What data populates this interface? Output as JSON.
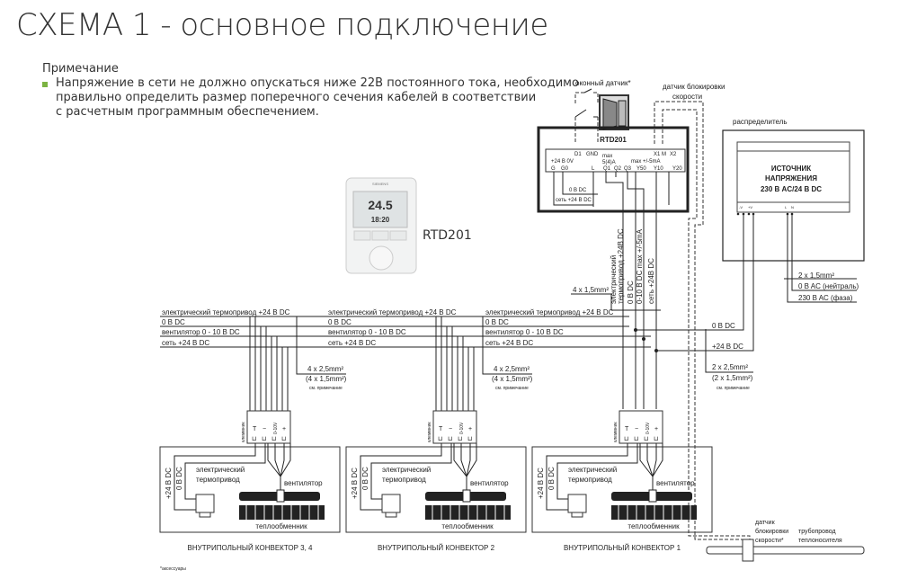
{
  "title": "СХЕМА 1 - основное подключение",
  "note": {
    "heading": "Примечание",
    "lines": [
      "Напряжение в сети не должно опускаться ниже 22В постоянного тока, необходимо",
      "правильно определить размер поперечного сечения кабелей в соответствии",
      "с расчетным программным обеспечением."
    ],
    "bullet_color": "#7cb342"
  },
  "thermostat": {
    "label": "RTD201",
    "display_main": "24.5",
    "display_sub": "18:20",
    "brand": "SIEMENS"
  },
  "window_sensor": "оконный датчик*",
  "speed_lock_sensor": [
    "датчик блокировки",
    "скорости"
  ],
  "controller": {
    "name": "RTD201",
    "terminals_top": [
      "D1",
      "GND",
      "max",
      "X1 M",
      "X2"
    ],
    "terminals_mid": [
      "+24 В 0V",
      "5(4)A",
      "max +/-5mA"
    ],
    "terminals_bottom": [
      "G",
      "G0",
      "L",
      "Q1",
      "Q2",
      "Q3",
      "Y50",
      "Y10",
      "Y20"
    ],
    "inner_wires": [
      "0 B DC",
      "сеть +24 B DC"
    ]
  },
  "distributor": {
    "label": "распределитель",
    "psu": [
      "ИСТОЧНИК",
      "НАПРЯЖЕНИЯ",
      "230 В AC/24 В DC"
    ],
    "terminals": [
      "-V",
      "+V",
      "L",
      "N"
    ]
  },
  "mains": [
    "2 x 1,5mm²",
    "0 B AC (нейтраль)",
    "230 B AC (фаза)"
  ],
  "riser": {
    "cable": "4 x 1,5mm²",
    "labels": [
      "электрический",
      "термопривод +24B DC",
      "0 B DC",
      "0-10 B DC max +/-5mA",
      "сеть +24B DC"
    ]
  },
  "supply_right": {
    "lines": [
      "0 B DC",
      "+24 B DC"
    ],
    "cable": "2 x 2,5mm²",
    "cable_alt": "(2 x 1,5mm²)",
    "note": "см. примечание"
  },
  "bus": {
    "lines": [
      "электрический термопривод +24 B DC",
      "0 B DC",
      "вентилятор 0 - 10 B DC",
      "сеть +24 B DC"
    ],
    "cable": "4 x 2,5mm²",
    "cable_alt": "(4 x 1,5mm²)",
    "note": "см. примечание"
  },
  "module_common": {
    "terminal_block": "клеммник",
    "terminals": [
      "T",
      "−",
      "0-10V",
      "+"
    ],
    "supply_labels": [
      "+24 B DC",
      "0 B DC"
    ],
    "actuator": [
      "электрический",
      "термопривод"
    ],
    "fan": "вентилятор",
    "heat_exchanger": "теплообменник"
  },
  "modules": [
    {
      "label": "ВНУТРИПОЛЬНЫЙ КОНВЕКТОР 3, 4"
    },
    {
      "label": "ВНУТРИПОЛЬНЫЙ КОНВЕКТОР 2"
    },
    {
      "label": "ВНУТРИПОЛЬНЫЙ КОНВЕКТОР 1"
    }
  ],
  "pipe": {
    "sensor": [
      "датчик",
      "блокировки",
      "скорости*"
    ],
    "label": [
      "трубопровод",
      "теплоносителя"
    ]
  },
  "footnote": "*аксессуары"
}
